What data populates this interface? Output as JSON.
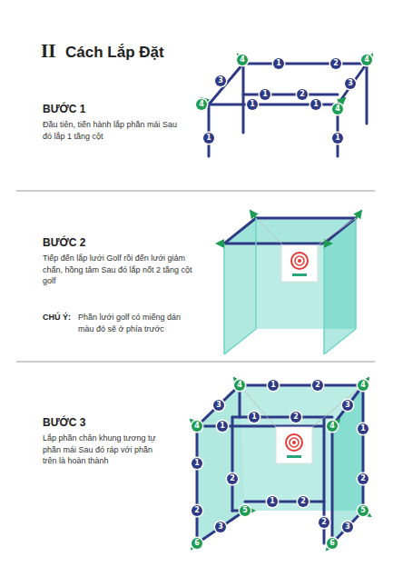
{
  "diagram": {
    "title": "Cách Lắp Đặt",
    "labels": [
      "II",
      "BƯỚC 1",
      "Đầu tiên, tiến hành lắp phần mái Sau đó lắp 1 tầng cột",
      "4",
      "1",
      "2",
      "4",
      "3",
      "3",
      "1",
      "2",
      "4",
      "1",
      "1",
      "4",
      "1",
      "1",
      "BƯỚC 2",
      "Tiếp đến lắp lưới Golf rồi đến lưới giảm chấn, hồng tâm Sau đó lắp nốt 2 tầng cột golf",
      "CHÚ Ý:",
      "Phần lưới golf có miếng dán màu đỏ sẽ ở phía trước",
      "BƯỚC 3",
      "Lắp phần chân khung tương tự phần mái Sau đó ráp với phần trên là hoàn thành",
      "4",
      "1",
      "2",
      "4",
      "3",
      "3",
      "1",
      "2",
      "4",
      "1",
      "4",
      "1",
      "1",
      "2",
      "2",
      "1",
      "2",
      "5",
      "2",
      "2",
      "5",
      "3",
      "3",
      "6",
      "6"
    ]
  }
}
